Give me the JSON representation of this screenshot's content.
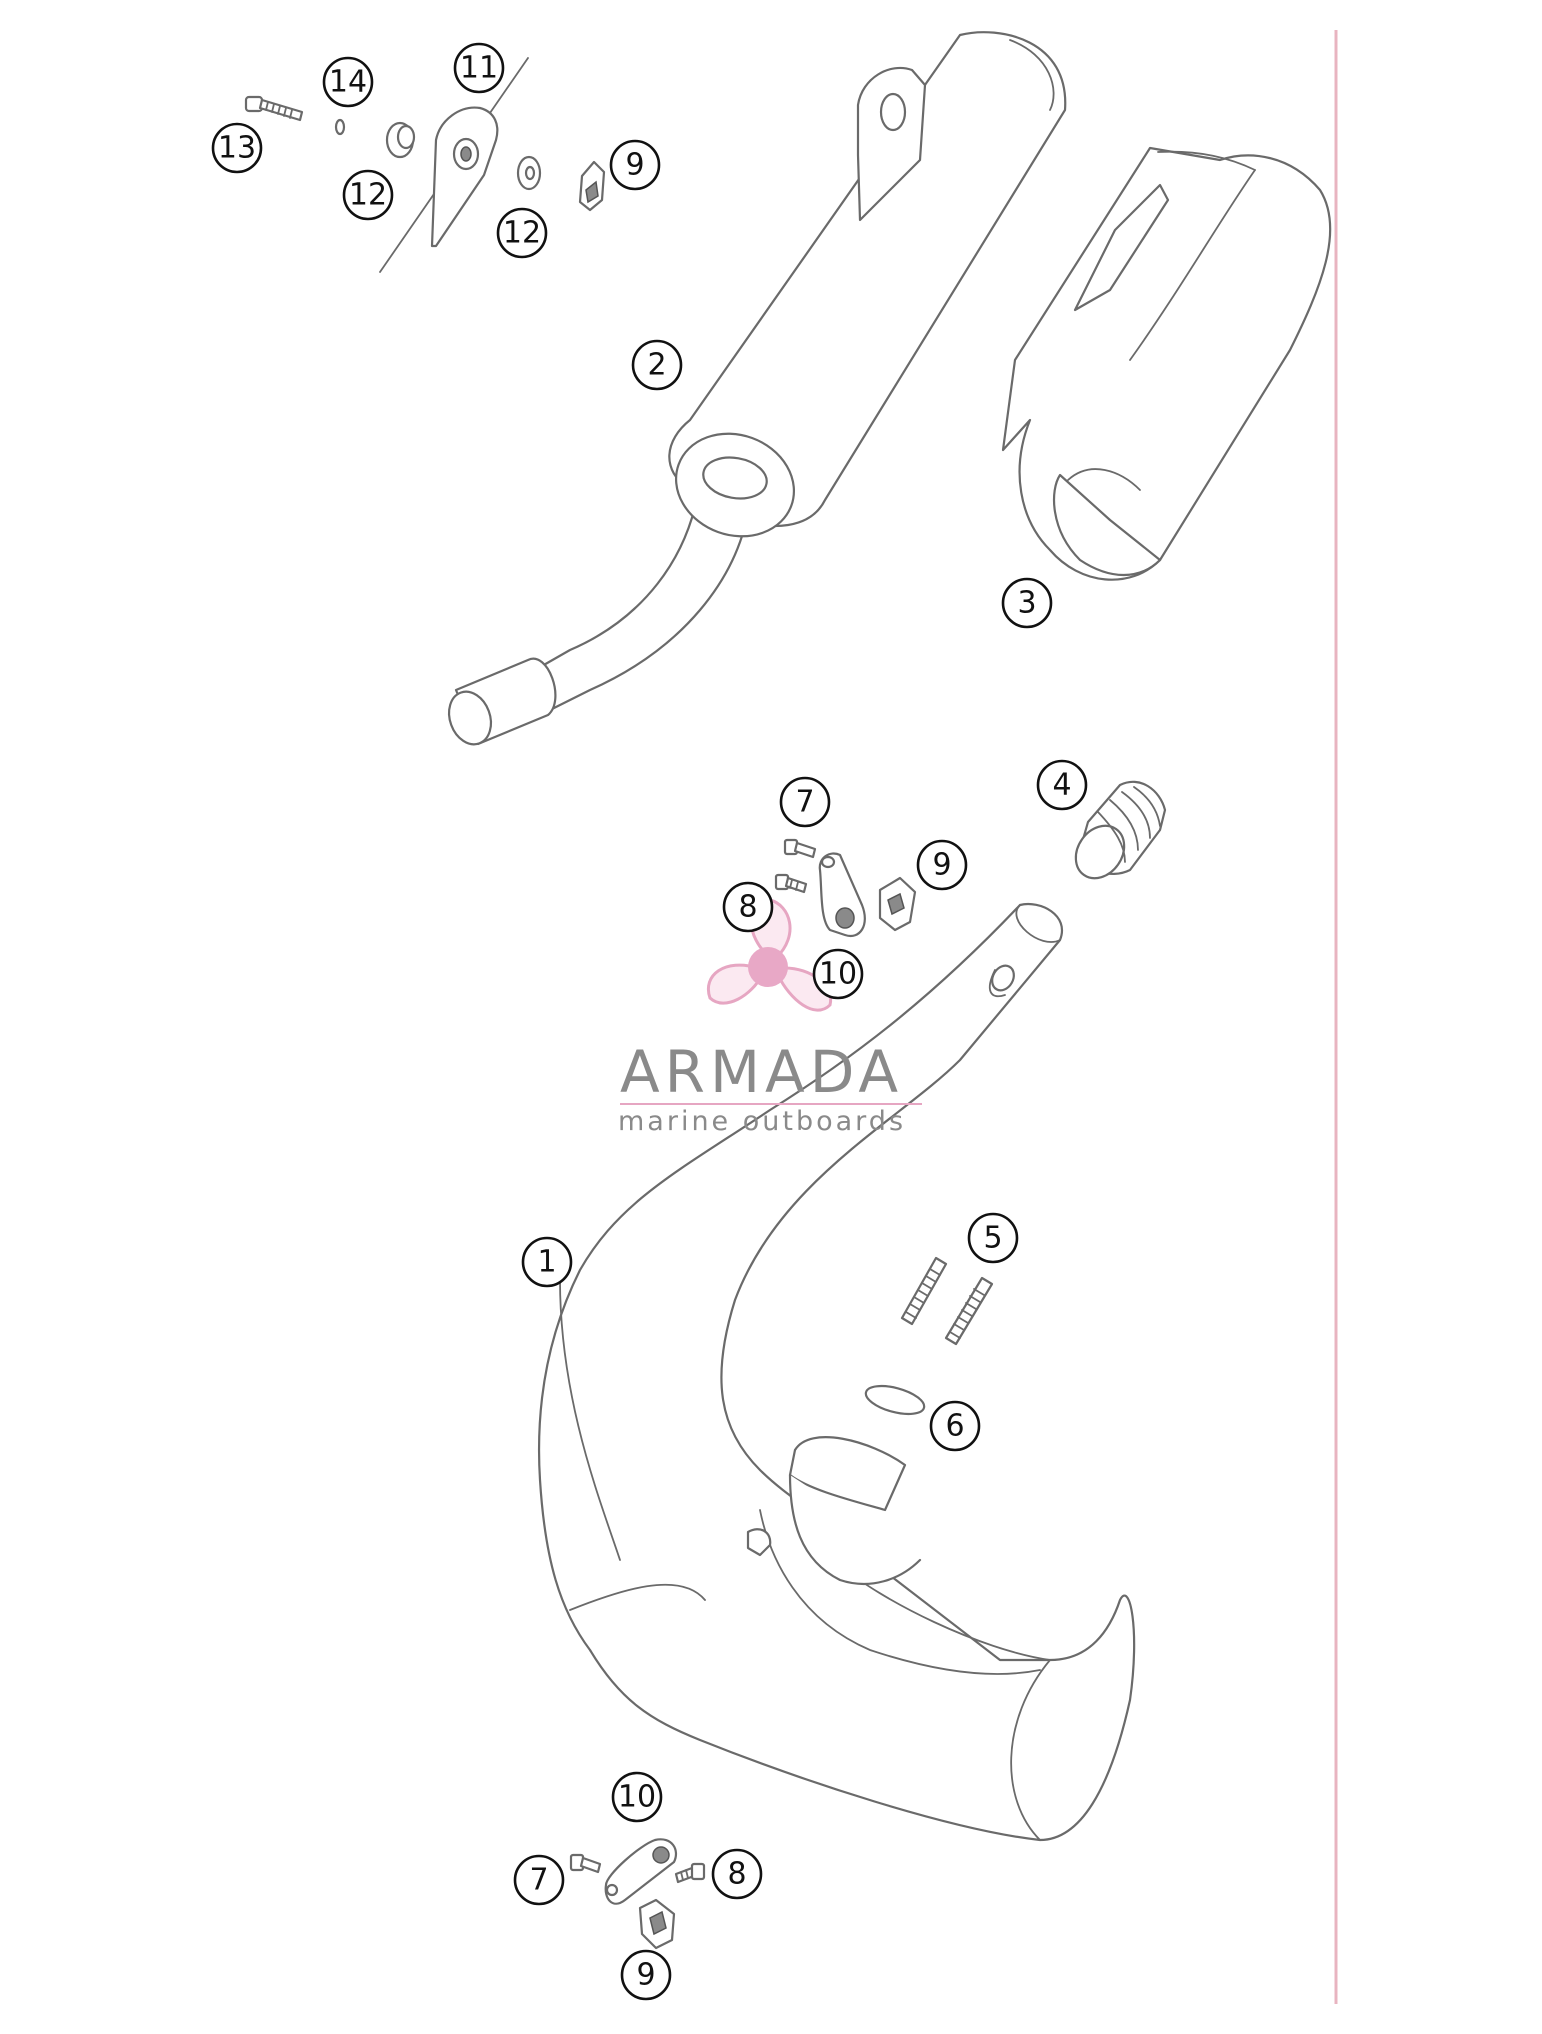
{
  "callouts": [
    "14",
    "11",
    "13",
    "12",
    "9",
    "12",
    "2",
    "3",
    "7",
    "4",
    "9",
    "8",
    "10",
    "1",
    "5",
    "6",
    "10",
    "7",
    "8",
    "9"
  ],
  "logo": {
    "name": "ARMADA",
    "tagline": "marine outboards",
    "colors": {
      "accent": "#e6a6c2",
      "text": "#8a8a8a"
    }
  },
  "colors": {
    "line_art": "#6a6a6a",
    "border_line": "#e8b4c0"
  }
}
